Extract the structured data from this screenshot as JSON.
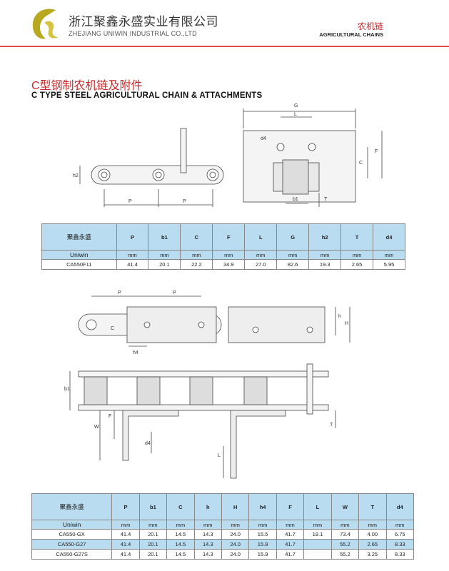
{
  "header": {
    "company_cn": "浙江聚鑫永盛实业有限公司",
    "company_en": "ZHEJIANG UNIWIN  INDUSTRIAL CO.,LTD",
    "category_cn": "农机链",
    "category_en": "AGRICULTURAL  CHAINS"
  },
  "title": {
    "cn": "C型钢制农机链及附件",
    "en": "C TYPE STEEL AGRICULTURAL CHAIN & ATTACHMENTS"
  },
  "drawing1": {
    "labels": {
      "G": "G",
      "L": "L",
      "d4": "d4",
      "C": "C",
      "F": "F",
      "b1": "b1",
      "T": "T",
      "h2": "h2",
      "P1": "P",
      "P2": "P"
    }
  },
  "drawing2": {
    "labels": {
      "P1": "P",
      "P2": "P",
      "C": "C",
      "h4": "h4",
      "h": "h",
      "H": "H"
    }
  },
  "drawing3": {
    "labels": {
      "b1": "b1",
      "F": "F",
      "W": "W",
      "d4": "d4",
      "L": "L",
      "T": "T"
    }
  },
  "table1": {
    "brand_cn": "聚鑫永盛",
    "brand_en": "Uniwin",
    "columns": [
      "P",
      "b1",
      "C",
      "F",
      "L",
      "G",
      "h2",
      "T",
      "d4"
    ],
    "units": [
      "mm",
      "mm",
      "mm",
      "mm",
      "mm",
      "mm",
      "mm",
      "mm",
      "mm"
    ],
    "rows": [
      [
        "CA550F11",
        "41.4",
        "20.1",
        "22.2",
        "34.9",
        "27.0",
        "82.6",
        "19.3",
        "2.65",
        "5.95"
      ]
    ]
  },
  "table2": {
    "brand_cn": "聚鑫永盛",
    "brand_en": "Uniwin",
    "columns": [
      "P",
      "b1",
      "C",
      "h",
      "H",
      "h4",
      "F",
      "L",
      "W",
      "T",
      "d4"
    ],
    "units": [
      "mm",
      "mm",
      "mm",
      "mm",
      "mm",
      "mm",
      "mm",
      "mm",
      "mm",
      "mm",
      "mm"
    ],
    "rows": [
      [
        "CA550-GX",
        "41.4",
        "20.1",
        "14.5",
        "14.3",
        "24.0",
        "15.5",
        "41.7",
        "19.1",
        "73.4",
        "4.00",
        "6.75"
      ],
      [
        "CA550-G27",
        "41.4",
        "20.1",
        "14.5",
        "14.3",
        "24.0",
        "15.9",
        "41.7",
        "",
        "55.2",
        "2.65",
        "8.33"
      ],
      [
        "CA550-G27S",
        "41.4",
        "20.1",
        "14.5",
        "14.3",
        "24.0",
        "15.9",
        "41.7",
        "",
        "55.2",
        "3.25",
        "8.33"
      ]
    ]
  },
  "colors": {
    "accent": "#c8282a",
    "table_header": "#b9dcf0",
    "rule": "#e05050"
  }
}
